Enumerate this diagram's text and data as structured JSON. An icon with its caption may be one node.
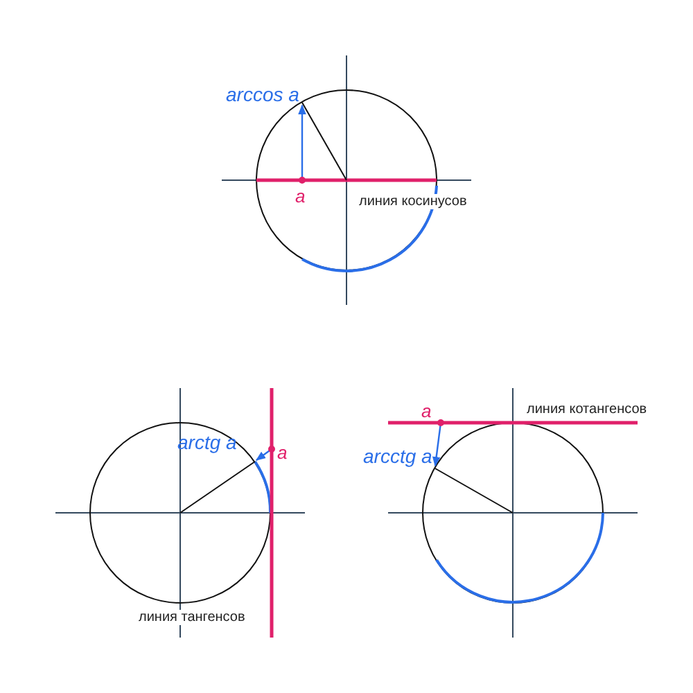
{
  "diagram": {
    "labels": [
      "arccos a",
      "a",
      "линия косинусов",
      "arctg a",
      "a",
      "линия тангенсов",
      "a",
      "линия котангенсов",
      "arcctg a"
    ]
  }
}
